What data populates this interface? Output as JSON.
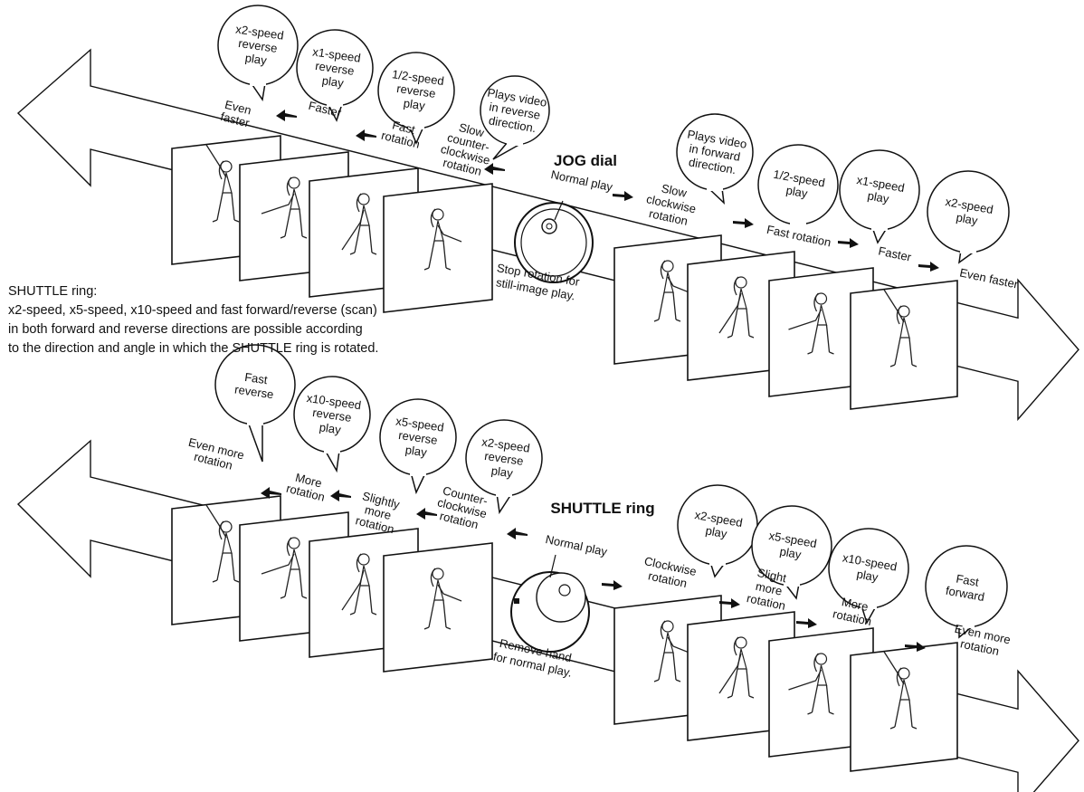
{
  "jog": {
    "dial_label": "JOG dial",
    "normal_play": "Normal play",
    "still": [
      "Stop rotation for",
      "still-image play."
    ],
    "left_steps": [
      [
        "Slow",
        "counter-",
        "clockwise",
        "rotation"
      ],
      [
        "Fast",
        "rotation"
      ],
      [
        "Faster"
      ],
      [
        "Even",
        "faster"
      ]
    ],
    "right_steps": [
      [
        "Slow",
        "clockwise",
        "rotation"
      ],
      [
        "Fast rotation"
      ],
      [
        "Faster"
      ],
      [
        "Even faster"
      ]
    ],
    "bubbles_left": [
      [
        "Plays video",
        "in reverse",
        "direction."
      ],
      [
        "1/2-speed",
        "reverse",
        "play"
      ],
      [
        "x1-speed",
        "reverse",
        "play"
      ],
      [
        "x2-speed",
        "reverse",
        "play"
      ]
    ],
    "bubbles_right": [
      [
        "Plays video",
        "in forward",
        "direction."
      ],
      [
        "1/2-speed",
        "play"
      ],
      [
        "x1-speed",
        "play"
      ],
      [
        "x2-speed",
        "play"
      ]
    ]
  },
  "description": {
    "title": "SHUTTLE ring:",
    "lines": [
      "x2-speed, x5-speed, x10-speed and fast forward/reverse (scan)",
      "in both forward and reverse directions are possible according",
      "to the direction and angle in which the SHUTTLE ring is rotated."
    ]
  },
  "shuttle": {
    "ring_label": "SHUTTLE ring",
    "normal_play": "Normal play",
    "remove_hand": [
      "Remove hand",
      "for normal play."
    ],
    "left_steps": [
      [
        "Counter-",
        "clockwise",
        "rotation"
      ],
      [
        "Slightly",
        "more",
        "rotation"
      ],
      [
        "More",
        "rotation"
      ],
      [
        "Even more",
        "rotation"
      ]
    ],
    "right_steps": [
      [
        "Clockwise",
        "rotation"
      ],
      [
        "Slight",
        "more",
        "rotation"
      ],
      [
        "More",
        "rotation"
      ],
      [
        "Even more",
        "rotation"
      ]
    ],
    "bubbles_left": [
      [
        "x2-speed",
        "reverse",
        "play"
      ],
      [
        "x5-speed",
        "reverse",
        "play"
      ],
      [
        "x10-speed",
        "reverse",
        "play"
      ],
      [
        "Fast",
        "reverse"
      ]
    ],
    "bubbles_right": [
      [
        "x2-speed",
        "play"
      ],
      [
        "x5-speed",
        "play"
      ],
      [
        "x10-speed",
        "play"
      ],
      [
        "Fast",
        "forward"
      ]
    ]
  }
}
